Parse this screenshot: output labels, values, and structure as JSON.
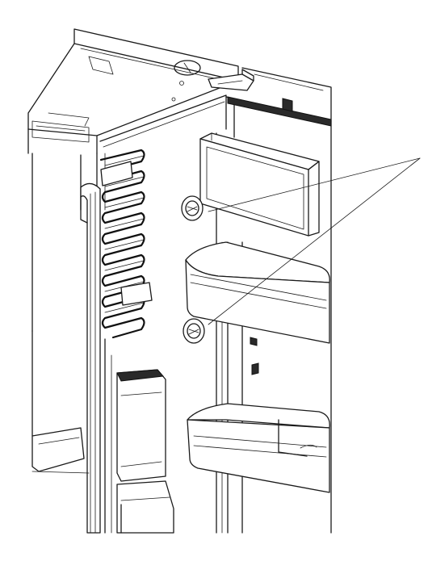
{
  "figure": {
    "subject": "refrigerator-fresh-food-compartment-door-open",
    "parts": [
      "cabinet-top",
      "door-hinge",
      "door-gasket",
      "evaporator-coil",
      "door-bins",
      "bin-mount-buttons",
      "crisper-drawer",
      "door-handle"
    ],
    "callout_leader_count": 2
  },
  "colors": {
    "line": "#1a1a1a",
    "background": "#ffffff"
  }
}
